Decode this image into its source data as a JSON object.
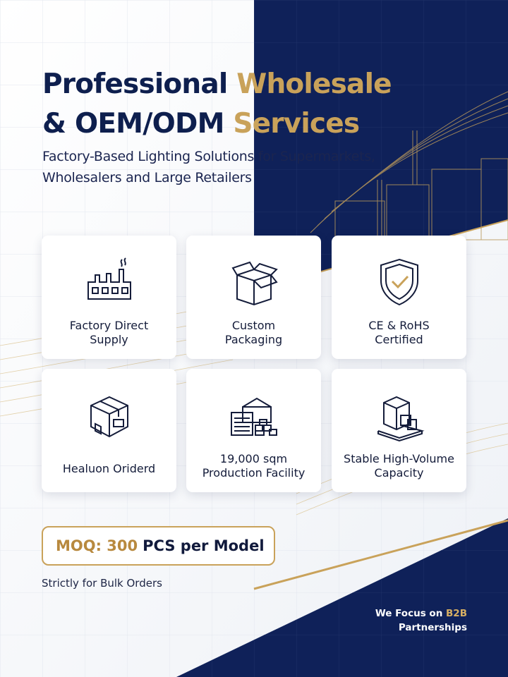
{
  "colors": {
    "navy": "#0e1f4e",
    "gold": "#c9a25a",
    "card_bg": "#ffffff",
    "page_bg": "#eef1f6"
  },
  "headline": {
    "line1_plain": "Professional",
    "line1_gold": "Wholesale",
    "line2_plain": "& OEM/ODM",
    "line2_gold": "Services"
  },
  "subheadline": {
    "line1": "Factory-Based Lighting Solutions for Supermarkets,",
    "line2": "Wholesalers and Large Retailers"
  },
  "features": [
    {
      "icon": "factory-icon",
      "line1": "Factory Direct",
      "line2": "Supply"
    },
    {
      "icon": "open-box-icon",
      "line1": "Custom",
      "line2": "Packaging"
    },
    {
      "icon": "shield-check-icon",
      "line1": "CE & RoHS",
      "line2": "Certified"
    },
    {
      "icon": "cube-box-icon",
      "line1": "Healuon Oriderd",
      "line2": ""
    },
    {
      "icon": "production-facility-icon",
      "line1": "19,000 sqm",
      "line2": "Production Facility"
    },
    {
      "icon": "stacked-boxes-icon",
      "line1": "Stable High-Volume",
      "line2": "Capacity"
    }
  ],
  "moq": {
    "prefix": "MOQ: 300",
    "suffix": "PCS per Model"
  },
  "note": "Strictly for Bulk Orders",
  "footer": {
    "line1_plain": "We Focus on",
    "line1_gold": "B2B",
    "line2": "Partnerships"
  }
}
